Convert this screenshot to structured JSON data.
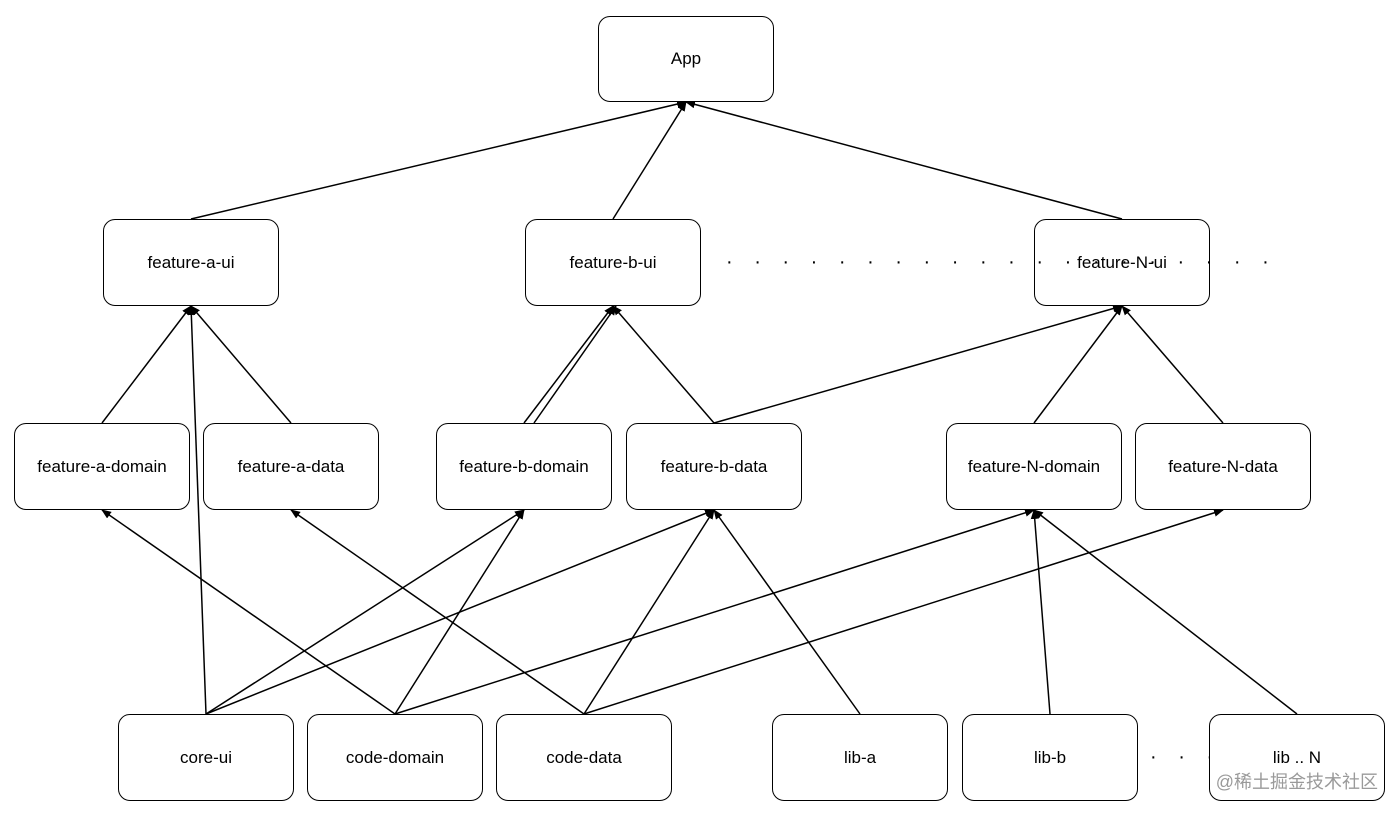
{
  "nodes": {
    "app": "App",
    "feature_a_ui": "feature-a-ui",
    "feature_b_ui": "feature-b-ui",
    "feature_n_ui": "feature-N-ui",
    "feature_a_domain": "feature-a-domain",
    "feature_a_data": "feature-a-data",
    "feature_b_domain": "feature-b-domain",
    "feature_b_data": "feature-b-data",
    "feature_n_domain": "feature-N-domain",
    "feature_n_data": "feature-N-data",
    "core_ui": "core-ui",
    "code_domain": "code-domain",
    "code_data": "code-data",
    "lib_a": "lib-a",
    "lib_b": "lib-b",
    "lib_n": "lib .. N"
  },
  "edges": [
    {
      "from": "feature_a_ui",
      "to": "app"
    },
    {
      "from": "feature_b_ui",
      "to": "app"
    },
    {
      "from": "feature_n_ui",
      "to": "app"
    },
    {
      "from": "feature_a_domain",
      "to": "feature_a_ui"
    },
    {
      "from": "feature_a_data",
      "to": "feature_a_ui"
    },
    {
      "from": "core_ui",
      "to": "feature_a_ui"
    },
    {
      "from": "feature_b_domain",
      "to": "feature_b_ui"
    },
    {
      "from": "feature_b_domain",
      "to": "feature_b_ui"
    },
    {
      "from": "feature_b_data",
      "to": "feature_b_ui"
    },
    {
      "from": "feature_b_data",
      "to": "feature_n_ui"
    },
    {
      "from": "feature_n_domain",
      "to": "feature_n_ui"
    },
    {
      "from": "feature_n_data",
      "to": "feature_n_ui"
    },
    {
      "from": "code_domain",
      "to": "feature_a_domain"
    },
    {
      "from": "code_data",
      "to": "feature_a_data"
    },
    {
      "from": "core_ui",
      "to": "feature_b_domain"
    },
    {
      "from": "core_ui",
      "to": "feature_b_data"
    },
    {
      "from": "code_domain",
      "to": "feature_b_domain"
    },
    {
      "from": "code_data",
      "to": "feature_b_data"
    },
    {
      "from": "lib_a",
      "to": "feature_b_data"
    },
    {
      "from": "code_domain",
      "to": "feature_n_domain"
    },
    {
      "from": "code_data",
      "to": "feature_n_data"
    },
    {
      "from": "lib_b",
      "to": "feature_n_domain"
    },
    {
      "from": "lib_n",
      "to": "feature_n_domain"
    }
  ],
  "ellipsis_top": "· · · · · · · · · · · · · · · · · · · ·",
  "ellipsis_bottom": "· · · · ·",
  "watermark": "@稀土掘金技术社区"
}
